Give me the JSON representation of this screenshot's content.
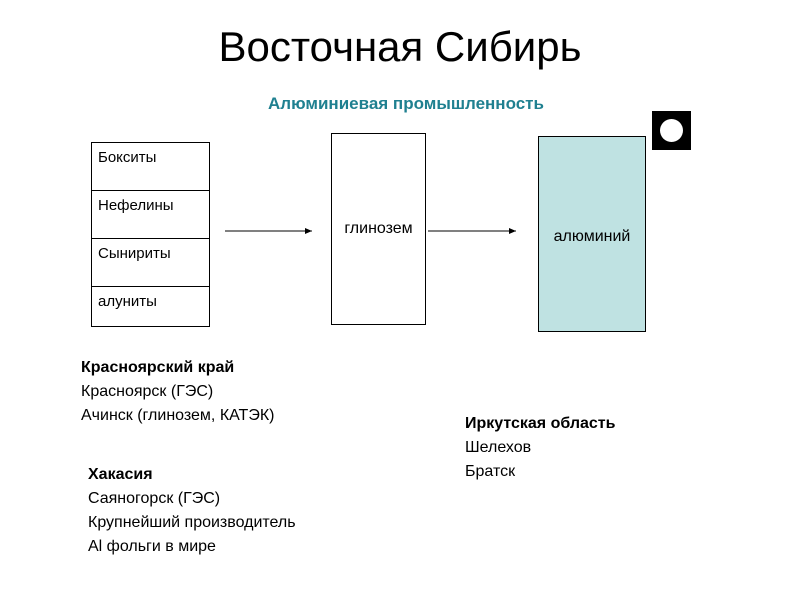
{
  "title": "Восточная Сибирь",
  "subtitle": "Алюминиевая промышленность",
  "corner_icon": "white-circle-on-black-icon",
  "diagram": {
    "raw_materials": [
      "Бокситы",
      "Нефелины",
      "Сынириты",
      "алуниты"
    ],
    "intermediate": "глинозем",
    "product": "алюминий"
  },
  "regions": {
    "krasnoyarsk": {
      "name": "Красноярский край",
      "lines": [
        "Красноярск (ГЭС)",
        "Ачинск (глинозем, КАТЭК)"
      ]
    },
    "khakassia": {
      "name": "Хакасия",
      "lines": [
        "Саяногорск (ГЭС)",
        "Крупнейший производитель",
        "Al фольги в мире"
      ]
    },
    "irkutsk": {
      "name": "Иркутская область",
      "lines": [
        "Шелехов",
        "Братск"
      ]
    }
  },
  "colors": {
    "subtitle": "#1f8090",
    "product_fill": "#bfe2e2"
  }
}
